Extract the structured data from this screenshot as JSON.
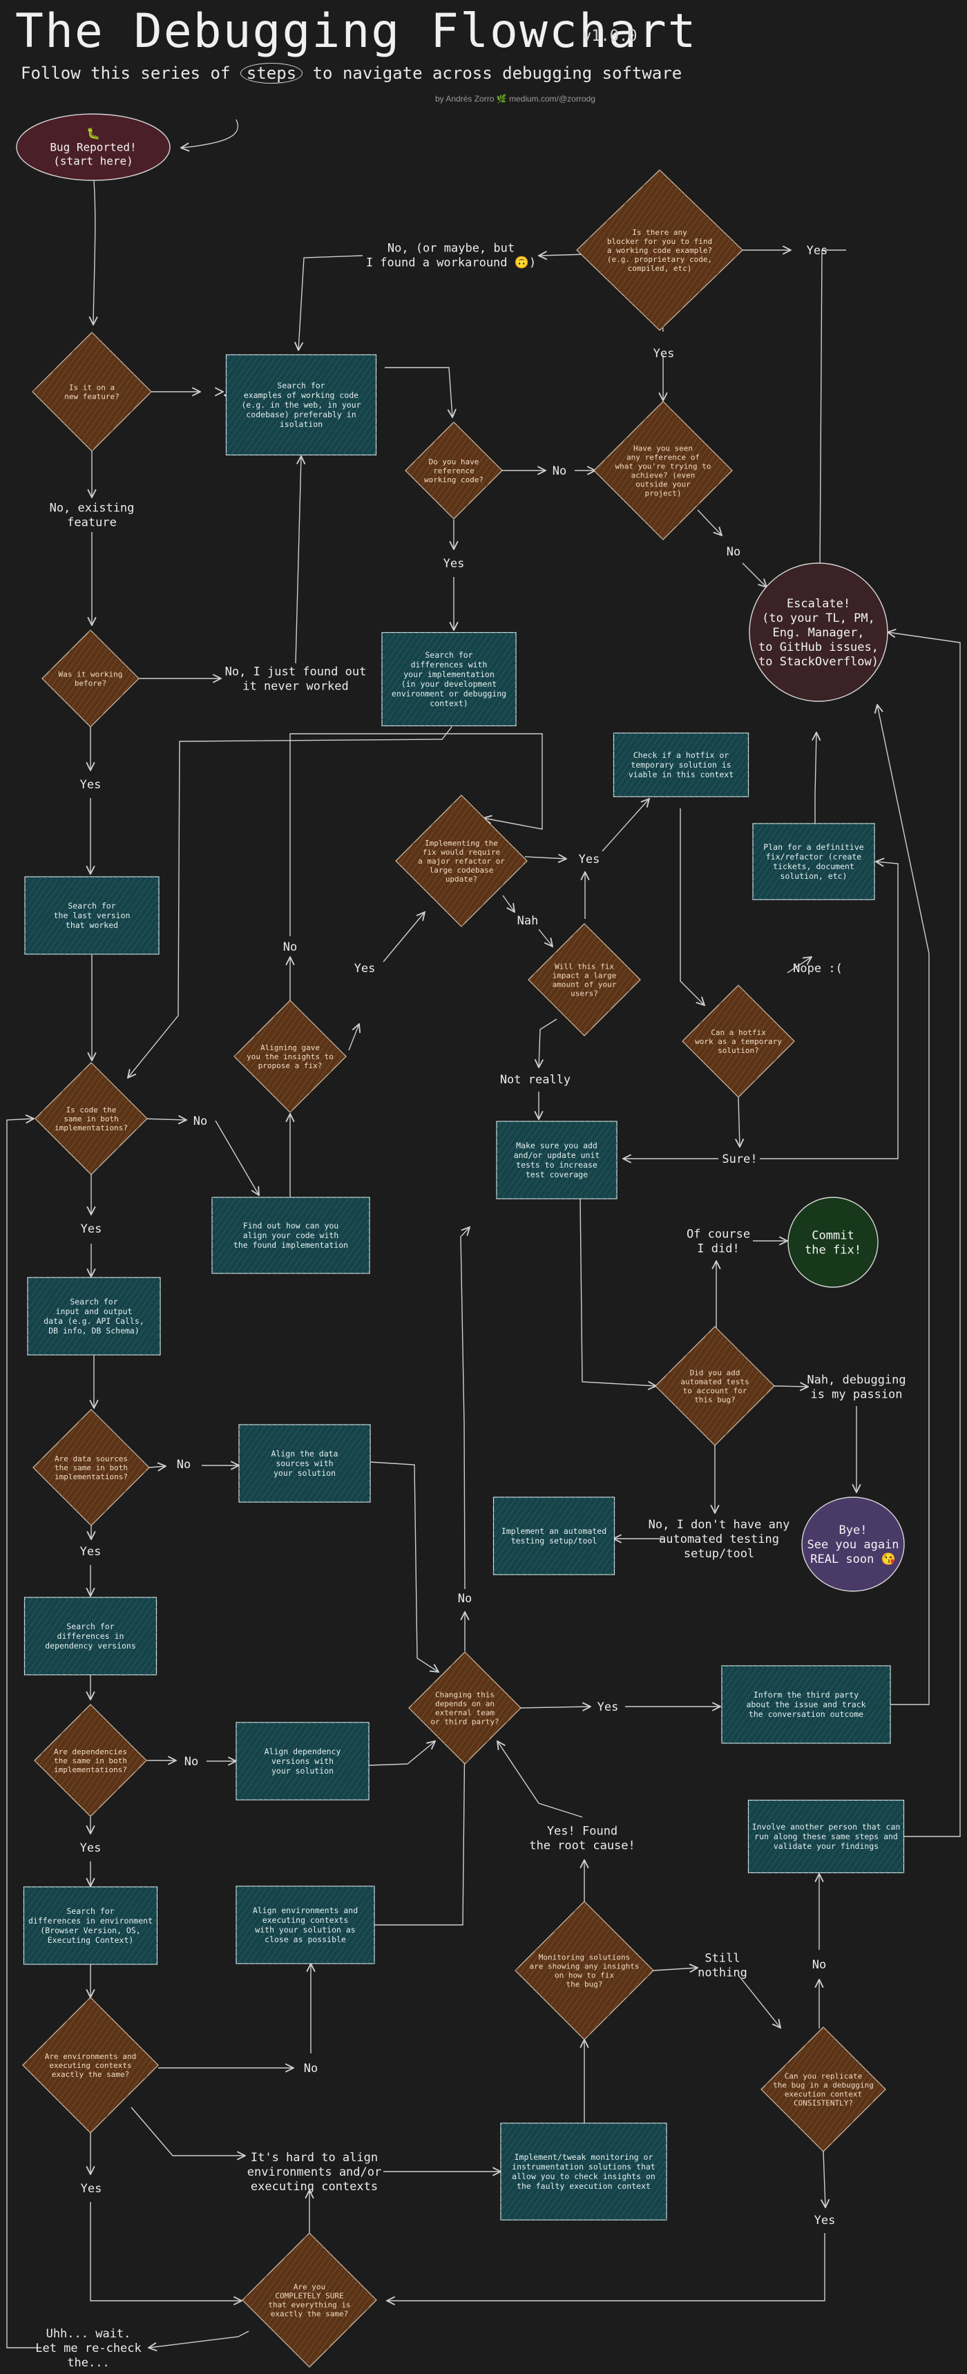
{
  "header": {
    "title": "The Debugging Flowchart",
    "version": "v1.0.0",
    "subtitle_before": "Follow this series of",
    "subtitle_keyword": "steps",
    "subtitle_after": "to navigate across debugging software",
    "credit": "by Andrés Zorro 🌿 medium.com/@zorrodg"
  },
  "colors": {
    "background": "#1c1c1c",
    "decision": "#5a3418",
    "process": "#174248",
    "start": "#4a1f27",
    "end_escalate": "#3a2226",
    "end_commit": "#17381b",
    "end_bye": "#4a3a68",
    "line": "#cfcfcf"
  },
  "nodes": {
    "bug_reported": "🐛\nBug Reported!\n(start here)",
    "is_new_feature": "Is it on a\nnew feature?",
    "search_examples": "Search for\nexamples of working code\n(e.g. in the web, in your\ncodebase) preferably in\nisolation",
    "blocker_example": "Is there any\nblocker for you to find\na working code example?\n(e.g. proprietary code,\ncompiled, etc)",
    "workaround": "No, (or maybe, but\nI found a workaround 🙃)",
    "yes_blocker": "Yes",
    "yes_ref_seen": "Yes",
    "have_reference": "Do you have\nreference\nworking code?",
    "seen_reference": "Have you seen\nany reference of\nwhat you're trying to\nachieve? (even\noutside your\nproject)",
    "no_have_ref": "No",
    "no_seen_ref": "No",
    "escalate": "Escalate!\n(to your TL, PM,\nEng. Manager,\nto GitHub issues,\nto StackOverflow)",
    "no_existing": "No, existing\nfeature",
    "yes_have_ref": "Yes",
    "search_diff_impl": "Search for\ndifferences with\nyour implementation\n(in your development\nenvironment or debugging\ncontext)",
    "was_working": "Was it working\nbefore?",
    "never_worked": "No, I just found out\nit never worked",
    "yes_was_working": "Yes",
    "check_hotfix": "Check if a hotfix or\ntemporary solution is\nviable in this context",
    "implementing_fix": "Implementing the\nfix would require\na major refactor or\nlarge codebase\nupdate?",
    "yes_refactor": "Yes",
    "nah": "Nah",
    "impact_users": "Will this fix\nimpact a large\namount of your\nusers?",
    "plan_definitive": "Plan for a definitive\nfix/refactor (create\ntickets, document\nsolution, etc)",
    "nope": "Nope :(",
    "hotfix_work": "Can a hotfix\nwork as a temporary\nsolution?",
    "search_last_version": "Search for\nthe last version\nthat worked",
    "no_align": "No",
    "yes_align": "Yes",
    "aligning_gave": "Aligning gave\nyou the insights to\npropose a fix?",
    "not_really": "Not really",
    "code_same": "Is code the\nsame in both\nimplementations?",
    "no_code_same": "No",
    "make_sure_tests": "Make sure you add\nand/or update unit\ntests to increase\ntest coverage",
    "sure": "Sure!",
    "find_align": "Find out how can you\nalign your code with\nthe found implementation",
    "yes_code_same": "Yes",
    "search_io": "Search for\ninput and output\ndata (e.g. API Calls,\nDB info, DB Schema)",
    "of_course": "Of course\nI did!",
    "commit_fix": "Commit\nthe fix!",
    "added_tests": "Did you add\nautomated tests\nto account for\nthis bug?",
    "nah_passion": "Nah, debugging\nis my passion",
    "data_same": "Are data sources\nthe same in both\nimplementations?",
    "no_data_same": "No",
    "align_data": "Align the data\nsources with\nyour solution",
    "implement_automated": "Implement an automated\ntesting setup/tool",
    "no_automated": "No, I don't have any\nautomated testing\nsetup/tool",
    "bye": "Bye!\nSee you again\nREAL soon 😘",
    "yes_data_same": "Yes",
    "no_external": "No",
    "search_dep_versions": "Search for\ndifferences in\ndependency versions",
    "depends_external": "Changing this\ndepends on an\nexternal team\nor third party?",
    "yes_external": "Yes",
    "inform_third": "Inform the third party\nabout the issue and track\nthe conversation outcome",
    "deps_same": "Are dependencies\nthe same in both\nimplementations?",
    "no_deps_same": "No",
    "align_deps": "Align dependency\nversions with\nyour solution",
    "yes_deps_same": "Yes",
    "root_cause": "Yes! Found\nthe root cause!",
    "involve_person": "Involve another person that can\nrun along these same steps and\nvalidate your findings",
    "search_env": "Search for\ndifferences in environment\n(Browser Version, OS,\nExecuting Context)",
    "align_envs": "Align environments and\nexecuting contexts\nwith your solution as\nclose as possible",
    "monitoring_insights": "Monitoring solutions\nare showing any insights\non how to fix\nthe bug?",
    "still_nothing": "Still\nnothing",
    "no_replicate": "No",
    "envs_same": "Are environments and\nexecuting contexts\nexactly the same?",
    "no_envs_same": "No",
    "replicate": "Can you replicate\nthe bug in a debugging\nexecution context\nCONSISTENTLY?",
    "yes_envs_same": "Yes",
    "hard_align": "It's hard to align\nenvironments and/or\nexecuting contexts",
    "implement_monitoring": "Implement/tweak monitoring or\ninstrumentation solutions that\nallow you to check insights on\nthe faulty execution context",
    "yes_replicate": "Yes",
    "completely_sure": "Are you\nCOMPLETELY SURE\nthat everything is\nexactly the same?",
    "recheck": "Uhh... wait.\nLet me re-check\nthe..."
  }
}
